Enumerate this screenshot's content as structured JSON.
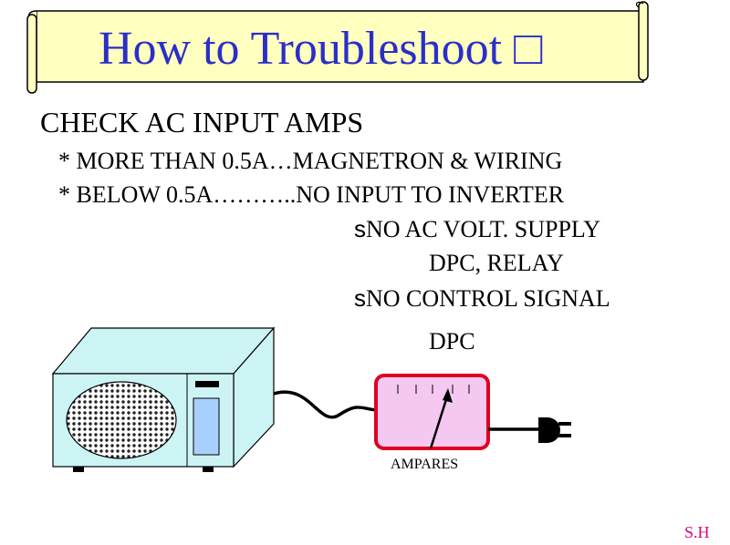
{
  "slide": {
    "title": "How to Troubleshoot □",
    "heading": "CHECK AC INPUT AMPS",
    "bullets": [
      "* MORE THAN 0.5A…MAGNETRON & WIRING",
      "* BELOW 0.5A………..NO INPUT TO INVERTER"
    ],
    "sub_items": [
      {
        "marker": "s",
        "text": "NO  AC VOLT. SUPPLY",
        "detail": "DPC, RELAY"
      },
      {
        "marker": "s",
        "text": "NO  CONTROL SIGNAL",
        "detail": "DPC"
      }
    ],
    "meter_label": "AMPARES",
    "author_initials": "S.H"
  },
  "colors": {
    "title": "#2b2fc7",
    "scroll_fill": "#ffffc0",
    "microwave_fill": "#cdf4f4",
    "meter_border": "#e00020",
    "meter_fill": "#f4c8f0",
    "initials": "#e0007a"
  }
}
